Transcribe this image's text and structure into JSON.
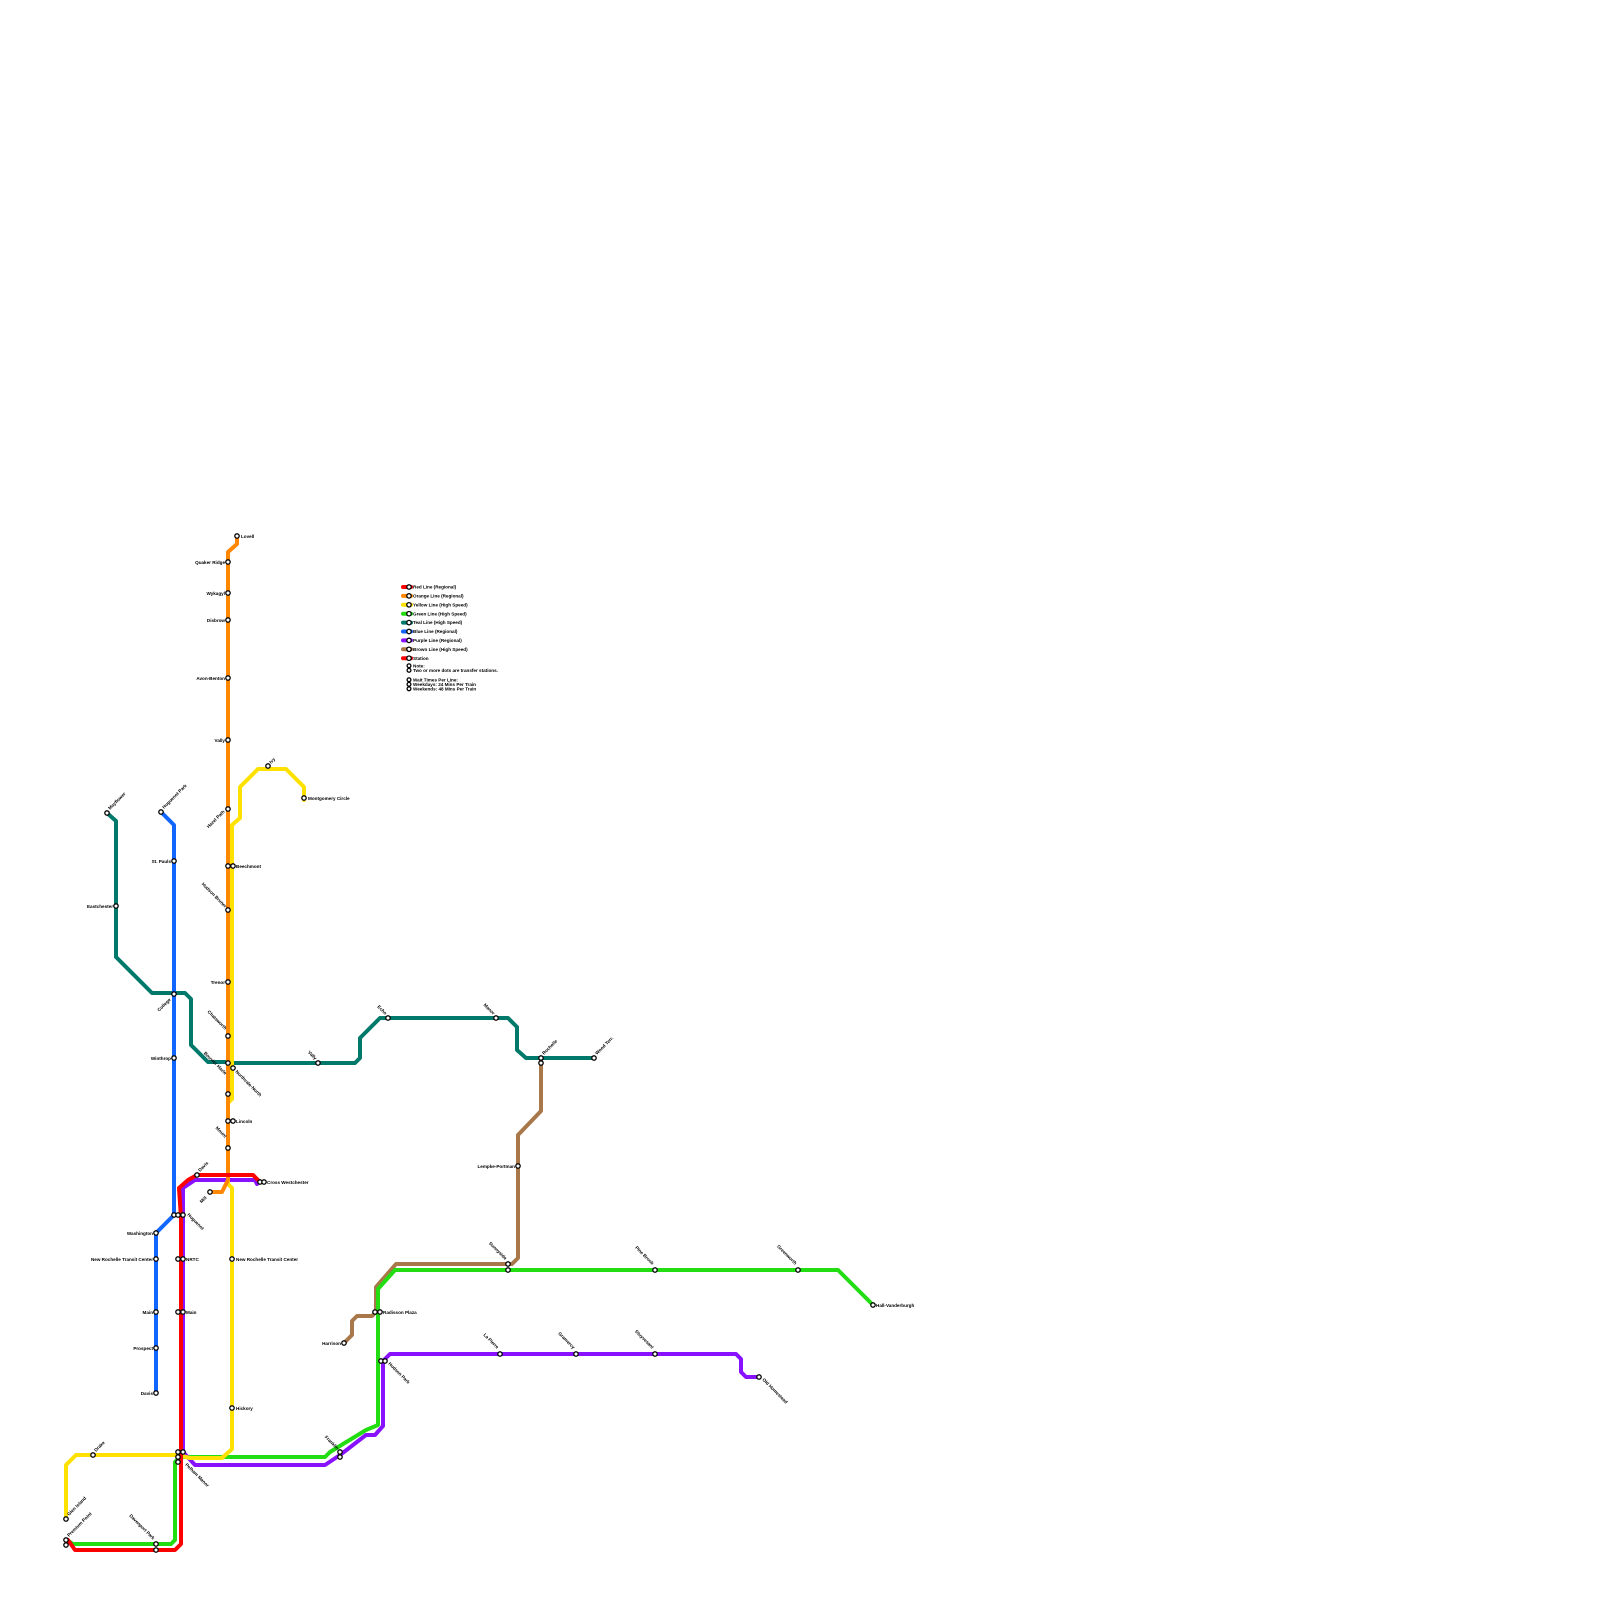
{
  "lines": [
    {
      "id": "red",
      "color": "#ff0000"
    },
    {
      "id": "orange",
      "color": "#ff8800"
    },
    {
      "id": "yellow",
      "color": "#ffe100"
    },
    {
      "id": "green",
      "color": "#22dd11"
    },
    {
      "id": "teal",
      "color": "#00796b"
    },
    {
      "id": "blue",
      "color": "#1166ff"
    },
    {
      "id": "purple",
      "color": "#8811ff"
    },
    {
      "id": "brown",
      "color": "#a8784a"
    }
  ],
  "legend": {
    "items": [
      {
        "label": "Red Line (Regional)",
        "color": "#ff0000"
      },
      {
        "label": "Orange Line (Regional)",
        "color": "#ff8800"
      },
      {
        "label": "Yellow Line (High Speed)",
        "color": "#ffe100"
      },
      {
        "label": "Green Line (High Speed)",
        "color": "#22dd11"
      },
      {
        "label": "Teal Line (High Speed)",
        "color": "#00796b"
      },
      {
        "label": "Blue Line (Regional)",
        "color": "#1166ff"
      },
      {
        "label": "Purple Line (Regional)",
        "color": "#8811ff"
      },
      {
        "label": "Brown Line (High Speed)",
        "color": "#a8784a"
      },
      {
        "label": "Station",
        "color": "#ff0000"
      }
    ],
    "notes": [
      "Note:",
      "Two or more dots are transfer stations.",
      "Wait Times Per Line:",
      "Weekdays: 24 Mins Per Train",
      "Weekends: 48 Mins Per Train"
    ]
  },
  "stations": [
    {
      "name": "Lovell"
    },
    {
      "name": "Quaker Ridge"
    },
    {
      "name": "Wykagyl"
    },
    {
      "name": "Disbrow"
    },
    {
      "name": "Avon-Benton"
    },
    {
      "name": "Vally"
    },
    {
      "name": "Ivy"
    },
    {
      "name": "Montgomery Circle"
    },
    {
      "name": "Hazel Path"
    },
    {
      "name": "Huguenot Park"
    },
    {
      "name": "Mayflower"
    },
    {
      "name": "Eastchester"
    },
    {
      "name": "St. Pauls"
    },
    {
      "name": "Beechmont"
    },
    {
      "name": "Hudson Bruner"
    },
    {
      "name": "Trenor"
    },
    {
      "name": "College"
    },
    {
      "name": "Chatsworth"
    },
    {
      "name": "Echo"
    },
    {
      "name": "Manor"
    },
    {
      "name": "Rochelle"
    },
    {
      "name": "Wood Terr."
    },
    {
      "name": "Vally"
    },
    {
      "name": "Winthrop"
    },
    {
      "name": "Bouvier Hazle"
    },
    {
      "name": "Northvale-North"
    },
    {
      "name": "Lincoln"
    },
    {
      "name": "Mount"
    },
    {
      "name": "Davis"
    },
    {
      "name": "Mill"
    },
    {
      "name": "Cross Westchester"
    },
    {
      "name": "Lempke-Portman"
    },
    {
      "name": "Washington"
    },
    {
      "name": "Huguenot"
    },
    {
      "name": "New Rochelle Transit Center"
    },
    {
      "name": "NRTC"
    },
    {
      "name": "New Rochelle Transit Center"
    },
    {
      "name": "Main"
    },
    {
      "name": "Main"
    },
    {
      "name": "Radisson Plaza"
    },
    {
      "name": "Prospect"
    },
    {
      "name": "Harrison"
    },
    {
      "name": "Sunnyside"
    },
    {
      "name": "Pine Brook"
    },
    {
      "name": "Greenworth"
    },
    {
      "name": "Hall-Vanderburgh"
    },
    {
      "name": "La Pierre"
    },
    {
      "name": "Gramercy"
    },
    {
      "name": "Stuyvesant"
    },
    {
      "name": "Old Homestead"
    },
    {
      "name": "Davis"
    },
    {
      "name": "Hickory"
    },
    {
      "name": "Drake"
    },
    {
      "name": "Pelham Manor"
    },
    {
      "name": "Franklin"
    },
    {
      "name": "Hudson Park"
    },
    {
      "name": "Davenport Park"
    },
    {
      "name": "Glen Island"
    },
    {
      "name": "Premium Point"
    }
  ]
}
